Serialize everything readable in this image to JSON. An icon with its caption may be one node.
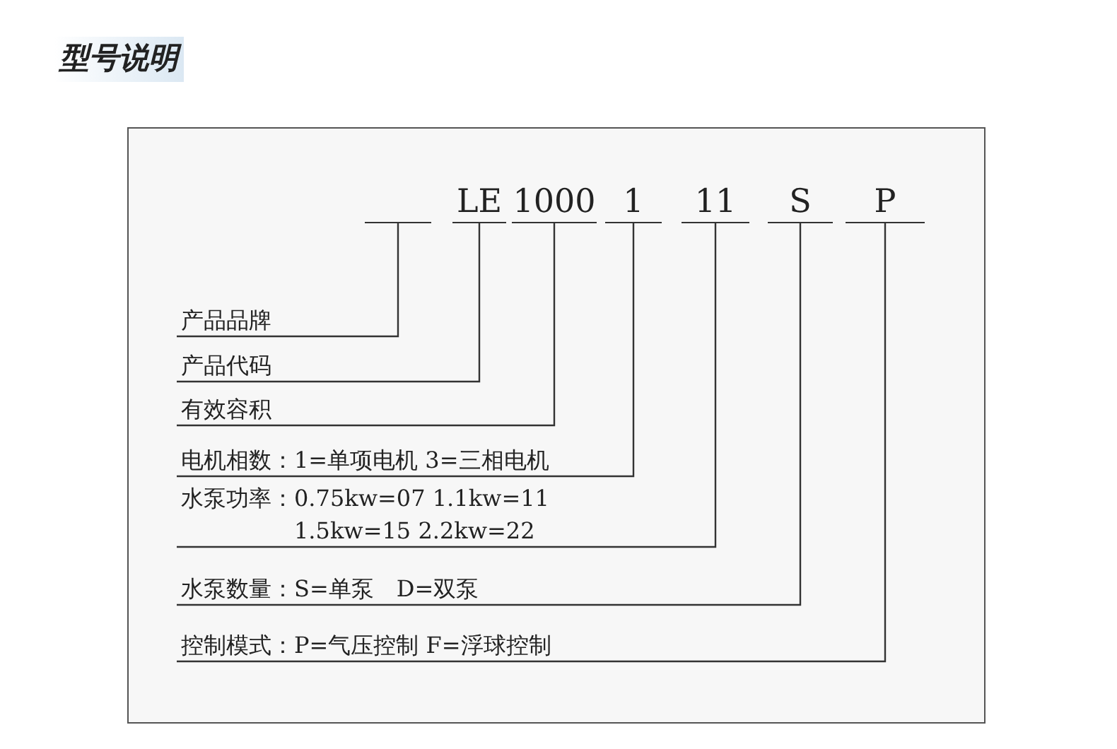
{
  "diagram": {
    "title": "型号说明",
    "nodes": [
      {
        "text": [],
        "shape": "bar"
      },
      {
        "text": [
          "LE"
        ]
      },
      {
        "text": [
          "1000"
        ]
      },
      {
        "text": [
          "1"
        ]
      },
      {
        "text": [
          "11"
        ]
      },
      {
        "text": [
          "S"
        ]
      },
      {
        "text": [
          "P"
        ]
      },
      {
        "text": [
          "产品品牌"
        ]
      },
      {
        "text": [
          "产品代码"
        ]
      },
      {
        "text": [
          "有效容积"
        ]
      },
      {
        "text": [
          "电机相数：1=单项电机 3=三相电机"
        ]
      },
      {
        "text": [
          "水泵功率：",
          "0.75kw=07 1.1kw=11 1.5kw=15 2.2kw=22"
        ]
      },
      {
        "text": [
          "水泵数量：S=单泵　D=双泵"
        ]
      },
      {
        "text": [
          "控制模式：P=气压控制 F=浮球控制"
        ]
      }
    ],
    "edges": [
      {
        "from": 7,
        "to": 0,
        "arrow": "none"
      },
      {
        "from": 8,
        "to": 1,
        "arrow": "none"
      },
      {
        "from": 9,
        "to": 2,
        "arrow": "none"
      },
      {
        "from": 10,
        "to": 3,
        "arrow": "none"
      },
      {
        "from": 11,
        "to": 4,
        "arrow": "none"
      },
      {
        "from": 12,
        "to": 5,
        "arrow": "none"
      },
      {
        "from": 13,
        "to": 6,
        "arrow": "none"
      }
    ]
  }
}
